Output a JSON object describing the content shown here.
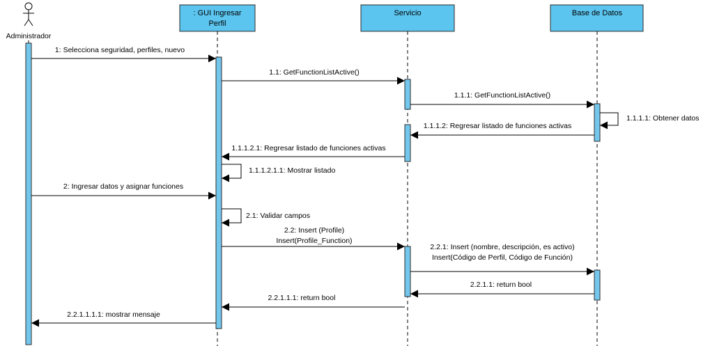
{
  "actor": {
    "name": "Administrador"
  },
  "lifelines": [
    {
      "id": "gui",
      "line1": ": GUI Ingresar",
      "line2": "Perfil"
    },
    {
      "id": "svc",
      "line1": "Servicio",
      "line2": ""
    },
    {
      "id": "db",
      "line1": "Base de Datos",
      "line2": ""
    }
  ],
  "messages": {
    "m1": "1: Selecciona seguridad, perfiles, nuevo",
    "m11": "1.1: GetFunctionListActive()",
    "m111": "1.1.1: GetFunctionListActive()",
    "m1111": "1.1.1.1: Obtener datos",
    "m1112": "1.1.1.2: Regresar listado de funciones activas",
    "m11121": "1.1.1.2.1: Regresar listado de funciones activas",
    "m111211": "1.1.1.2.1.1: Mostrar listado",
    "m2": "2: Ingresar datos y asignar funciones",
    "m21": "2.1: Validar campos",
    "m22a": "2.2: Insert (Profile)",
    "m22b": "Insert(Profile_Function)",
    "m221a": "2.2.1: Insert (nombre, descripción, es activo)",
    "m221b": "Insert(Código de Perfil, Código de Función)",
    "m2211": "2.2.1.1: return bool",
    "m22111": "2.2.1.1.1: return bool",
    "m221111": "2.2.1.1.1.1: mostrar mensaje"
  },
  "colors": {
    "box_fill": "#5CC5EF",
    "activation_fill": "#74C7EC",
    "line": "#000000"
  }
}
